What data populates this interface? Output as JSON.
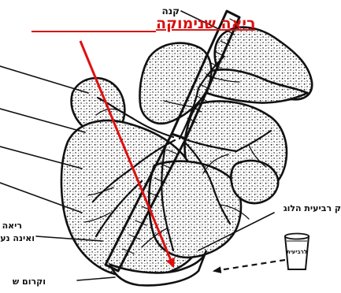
{
  "title": "ריאה שנימוקה",
  "labels": {
    "trachea": "קנה",
    "quarter_log": "ק רביעית הלוג",
    "cup": "לרביעית",
    "lung_line1": "ריאה",
    "lung_line2": "ואינה נע",
    "bottom": "וקרום ש"
  },
  "colors": {
    "title": "#d81010",
    "arrow": "#e01010",
    "ink": "#111111"
  }
}
